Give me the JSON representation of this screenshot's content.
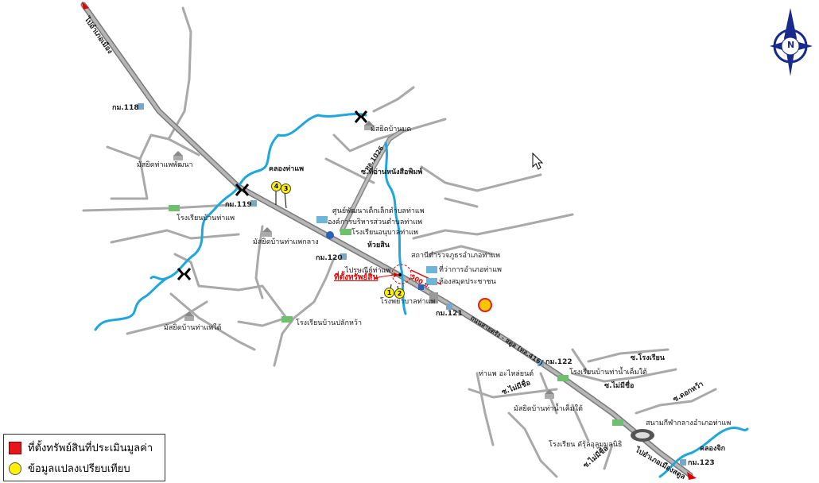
{
  "colors": {
    "road_main": "#8a8a8a",
    "road_minor": "#a9a9a9",
    "river": "#1ea7dc",
    "subject": "#e00000",
    "marker": "#fff200",
    "compass": "#1a2a8a"
  },
  "compass": {
    "letter": "N"
  },
  "labels": {
    "to_top": "ไปอำเภอเมือง",
    "km118": "กม.118",
    "km119": "กม.119",
    "km120": "กม.120",
    "km121": "กม.121",
    "km122": "กม.122",
    "km123": "กม.123",
    "mosque_phatthana": "มัสยิดท่าแพพัฒนา",
    "school_ban_thaphae": "โรงเรียนบ้านท่าแพ",
    "mosque_thaphae_klang": "มัสยิดบ้านท่าแพกลาง",
    "mosque_ban_mod": "มัสยิดบ้านมด",
    "soi_thi_an": "ซ.ที่อ่านหนังสือพิมพ์",
    "khlong_thaphae": "คลองท่าแพ",
    "child_center": "ศูนย์พัฒนาเด็กเล็กตำบลท่าแพ",
    "tao": "องค์การบริหารส่วนตำบลท่าแพ",
    "school_anuban": "โรงเรียนอนุบาลท่าแพ",
    "huai_sin": "ห้วยสิน",
    "police": "สถานีตำรวจภูธรอำเภอท่าแพ",
    "district_office": "ที่ว่าการอำเภอท่าแพ",
    "library": "ห้องสมุดประชาชน",
    "post_office": "ไปรษณีย์ท่าแพ",
    "subject_site": "ที่ตั้งทรัพย์สิน",
    "hospital": "โรงพยาบาลท่าแพ",
    "school_plak_khwa": "โรงเรียนบ้านปลักหว้า",
    "mosque_thaphae_tai": "มัสยิดบ้านท่าแพใต้",
    "highway": "ถนนสายตรัง - สตูล (ทล.416)",
    "soi_road": "ซ.โรงเรียน",
    "soi_no_name": "ซ.ไม่มีชื่อ",
    "soi_no_name2": "ซ.ไม่มีชื่อ",
    "soi_no_name3": "ซ.ไม่มีชื่อ",
    "workshop": "ท่าแพ อะไหล่ยนต์",
    "school_ton_tai": "โรงเรียนบ้านท่าน้ำเค็มใต้",
    "mosque_ton_tai": "มัสยิดบ้านท่าน้ำเค็มใต้",
    "stadium": "สนามกีฬากลางอำเภอท่าแพ",
    "school_ummat": "โรงเรียน ดัรุ้ลอุลูมมูลนิธิ",
    "khlong_chik": "คลองจิก",
    "soi_kwang": "ซ.ดอกหว้า",
    "to_bottom": "ไปอำเภอเมืองสตูล",
    "road_1026": "ทล.1026",
    "dist_500": "500 ม."
  },
  "markers": [
    {
      "id": "4",
      "label": "4"
    },
    {
      "id": "3",
      "label": "3"
    },
    {
      "id": "1",
      "label": "1"
    },
    {
      "id": "2",
      "label": "2"
    }
  ],
  "legend": {
    "subject": "ที่ตั้งทรัพย์สินที่ประเมินมูลค่า",
    "comparables": "ข้อมูลแปลงเปรียบเทียบ"
  }
}
